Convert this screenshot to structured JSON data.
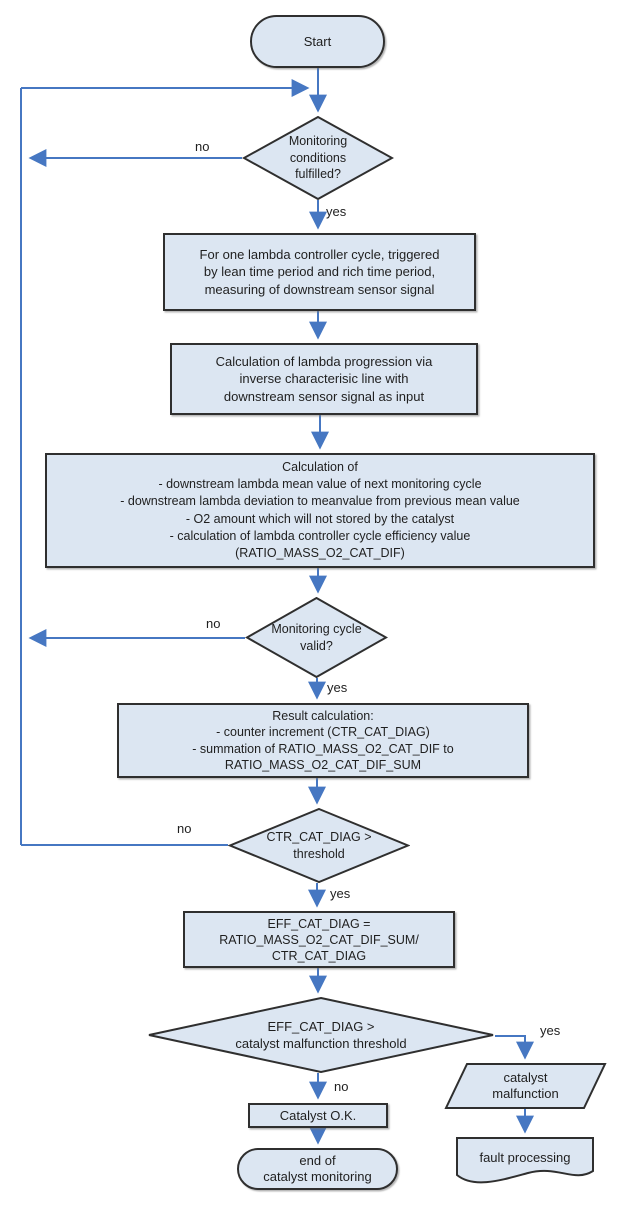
{
  "colors": {
    "shape_fill": "#dce6f2",
    "shape_border": "#2f2f2f",
    "connector": "#4677c2",
    "text": "#1f1f1f"
  },
  "nodes": {
    "start": {
      "type": "terminator",
      "label": "Start"
    },
    "d_conditions": {
      "type": "decision",
      "label": "Monitoring\nconditions\nfulfilled?"
    },
    "p_measure": {
      "type": "process",
      "label": "For one lambda controller cycle, triggered\nby lean time period and rich time period,\nmeasuring of downstream sensor signal"
    },
    "p_progression": {
      "type": "process",
      "label": "Calculation of lambda progression via\ninverse characterisic line with\ndownstream sensor signal as input"
    },
    "p_calculation": {
      "type": "process",
      "label": "Calculation of\n- downstream lambda mean value of next monitoring cycle\n- downstream lambda deviation to meanvalue from previous mean value\n- O2 amount which will not stored by the catalyst\n- calculation of lambda controller cycle efficiency value\n(RATIO_MASS_O2_CAT_DIF)"
    },
    "d_cycle_valid": {
      "type": "decision",
      "label": "Monitoring cycle\nvalid?"
    },
    "p_result": {
      "type": "process",
      "label": "Result calculation:\n- counter increment (CTR_CAT_DIAG)\n- summation of RATIO_MASS_O2_CAT_DIF to\nRATIO_MASS_O2_CAT_DIF_SUM"
    },
    "d_counter": {
      "type": "decision",
      "label": "CTR_CAT_DIAG >\nthreshold"
    },
    "p_efficiency": {
      "type": "process",
      "label": "EFF_CAT_DIAG =\nRATIO_MASS_O2_CAT_DIF_SUM/\nCTR_CAT_DIAG"
    },
    "d_malfunction": {
      "type": "decision",
      "label": "EFF_CAT_DIAG >\ncatalyst malfunction threshold"
    },
    "p_catalyst_ok": {
      "type": "process",
      "label": "Catalyst O.K."
    },
    "end": {
      "type": "terminator",
      "label": "end of\ncatalyst monitoring"
    },
    "io_malfunction": {
      "type": "input-output",
      "label": "catalyst\nmalfunction"
    },
    "doc_fault": {
      "type": "document",
      "label": "fault processing"
    }
  },
  "edge_labels": {
    "d_conditions_no": "no",
    "d_conditions_yes": "yes",
    "d_cycle_valid_no": "no",
    "d_cycle_valid_yes": "yes",
    "d_counter_no": "no",
    "d_counter_yes": "yes",
    "d_malfunction_no": "no",
    "d_malfunction_yes": "yes"
  }
}
